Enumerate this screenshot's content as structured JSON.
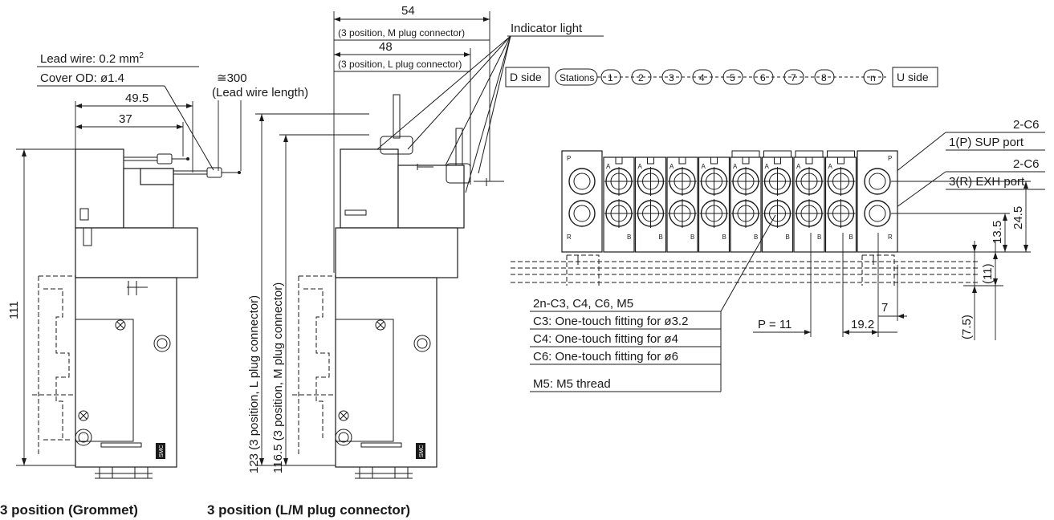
{
  "left_view": {
    "caption": "3 position (Grommet)",
    "lead_wire_line1": "Lead wire: 0.2 mm",
    "lead_wire_sup": "2",
    "cover_od": "Cover OD: ø1.4",
    "lead_length_value": "≅300",
    "lead_length_label": "(Lead wire length)",
    "dim_49_5": "49.5",
    "dim_37": "37",
    "dim_111": "111",
    "logo_text": "SMC"
  },
  "middle_view": {
    "caption": "3 position (L/M plug connector)",
    "dim_54": "54",
    "dim_54_note": "(3 position, M plug connector)",
    "dim_48": "48",
    "dim_48_note": "(3 position, L plug connector)",
    "dim_123": "123 (3 position, L plug connector)",
    "dim_116_5": "116.5 (3 position, M plug connector)",
    "indicator_light": "Indicator light",
    "logo_text": "SMC"
  },
  "manifold": {
    "d_side": "D side",
    "u_side": "U side",
    "stations_label": "Stations",
    "station_numbers": [
      "1",
      "2",
      "3",
      "4",
      "5",
      "6",
      "7",
      "8",
      "n"
    ],
    "port_c6_a": "2-C6",
    "sup_port": "1(P) SUP port",
    "port_c6_b": "2-C6",
    "exh_port": "3(R) EXH port",
    "dim_24_5": "24.5",
    "dim_13_5": "13.5",
    "dim_11": "(11)",
    "dim_7_5": "(7.5)",
    "dim_7": "7",
    "pitch": "P = 11",
    "dim_19_2": "19.2",
    "port_letter_p": "P",
    "port_letter_r": "R",
    "port_letter_a": "A",
    "port_letter_b": "B",
    "fittings": [
      "2n-C3, C4, C6, M5",
      "C3: One-touch fitting for ø3.2",
      "C4: One-touch fitting for ø4",
      "C6: One-touch fitting for ø6",
      "M5: M5 thread"
    ]
  }
}
